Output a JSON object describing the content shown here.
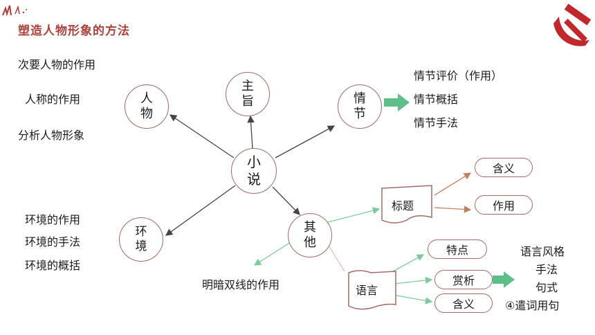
{
  "title": "塑造人物形象的方法",
  "center": "小说",
  "nodes": {
    "zhuzhi": "主旨",
    "renwu": "人物",
    "qingjie": "情节",
    "huanjing": "环境",
    "qita": "其他",
    "biaoti": "标题",
    "yuyan": "语言"
  },
  "person_items": [
    "次要人物的作用",
    "人称的作用",
    "分析人物形象"
  ],
  "plot_items": [
    "情节评价（作用）",
    "情节概括",
    "情节手法"
  ],
  "env_items": [
    "环境的作用",
    "环境的手法",
    "环境的概括"
  ],
  "other_item": "明暗双线的作用",
  "title_items": [
    "含义",
    "作用"
  ],
  "lang_items": [
    "特点",
    "赏析",
    "含义"
  ],
  "appreciation_items": [
    "语言风格",
    "手法",
    "句式",
    "④遣词用句"
  ],
  "colors": {
    "title": "#a8443c",
    "circle_border": "#a06a66",
    "green_arrow": "#5fbf8a",
    "emblem": "#c0282d",
    "brown_line": "#c08060"
  }
}
